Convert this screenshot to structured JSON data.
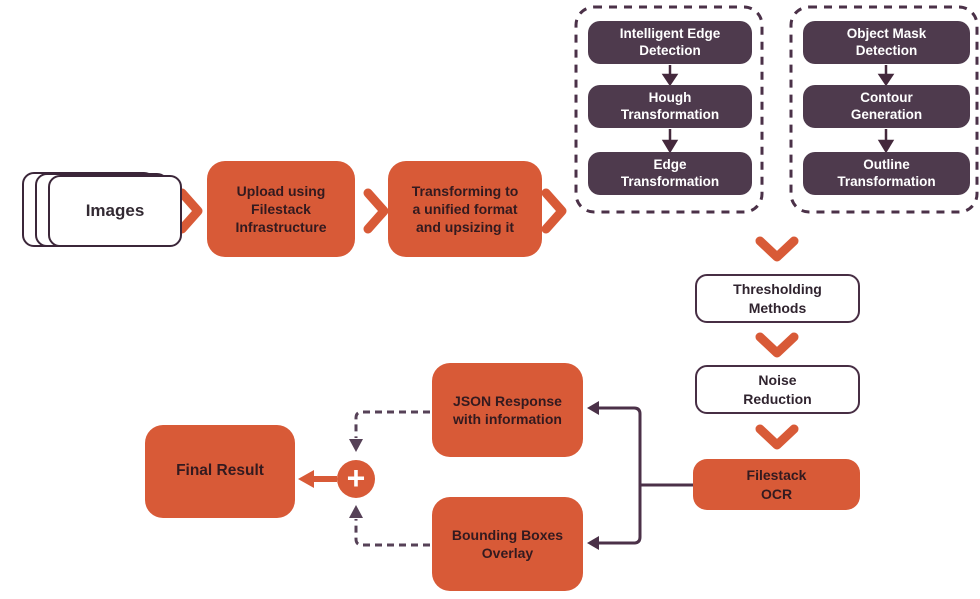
{
  "colors": {
    "orange": "#d85a37",
    "purple_box": "#4e3a4d",
    "line_purple": "#4b3148",
    "dashed_purple": "#564157",
    "small_arrow_purple": "#44293c",
    "text_on_orange": "#331a1f",
    "text_dark": "#30242f",
    "white": "#ffffff"
  },
  "nodes": {
    "images": {
      "label": "Images"
    },
    "upload": {
      "label": "Upload using\nFilestack\nInfrastructure"
    },
    "transform": {
      "label": "Transforming to\na unified format\nand upsizing it"
    },
    "intelligent_edge": {
      "label": "Intelligent Edge\nDetection"
    },
    "hough": {
      "label": "Hough\nTransformation"
    },
    "edge_transform": {
      "label": "Edge\nTransformation"
    },
    "object_mask": {
      "label": "Object Mask\nDetection"
    },
    "contour": {
      "label": "Contour\nGeneration"
    },
    "outline": {
      "label": "Outline\nTransformation"
    },
    "thresholding": {
      "label": "Thresholding\nMethods"
    },
    "noise": {
      "label": "Noise\nReduction"
    },
    "ocr": {
      "label": "Filestack\nOCR"
    },
    "json_response": {
      "label": "JSON Response\nwith information"
    },
    "bounding_boxes": {
      "label": "Bounding Boxes\nOverlay"
    },
    "final_result": {
      "label": "Final Result"
    },
    "plus": {
      "label": "+"
    }
  }
}
